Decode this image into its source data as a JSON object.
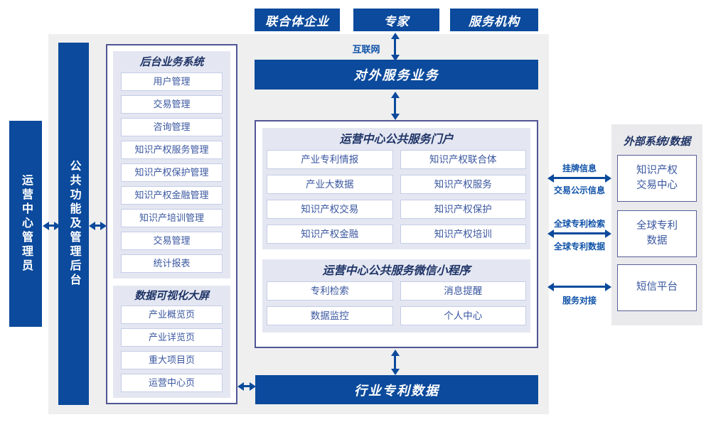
{
  "colors": {
    "primary": "#0b4a9c",
    "panel_border": "#4f5694",
    "lavender": "#e4e7f2",
    "item_border": "#c5cde6",
    "item_text": "#3a57a0",
    "header_text": "#1e3366",
    "bg_gray": "#efefef",
    "label_blue": "#0f52a8",
    "panel_gray": "#eaeaec"
  },
  "top_entities": [
    {
      "label": "联合体企业"
    },
    {
      "label": "专家"
    },
    {
      "label": "服务机构"
    }
  ],
  "internet_label": "互联网",
  "external_service_bar": "对外服务业务",
  "admin_bar": "运营中心管理员",
  "backend_functions_bar": "公共功能及管理后台",
  "backend_system": {
    "title": "后台业务系统",
    "items": [
      "用户管理",
      "交易管理",
      "咨询管理",
      "知识产权服务管理",
      "知识产权保护管理",
      "知识产权金融管理",
      "知识产培训管理",
      "交易管理",
      "统计报表"
    ]
  },
  "visualization": {
    "title": "数据可视化大屏",
    "items": [
      "产业概览页",
      "产业详览页",
      "重大项目页",
      "运营中心页"
    ]
  },
  "portal": {
    "title": "运营中心公共服务门户",
    "items": [
      "产业专利情报",
      "知识产权联合体",
      "产业大数据",
      "知识产权服务",
      "知识产权交易",
      "知识产权保护",
      "知识产权金融",
      "知识产权培训"
    ]
  },
  "miniprogram": {
    "title": "运营中心公共服务微信小程序",
    "items": [
      "专利检索",
      "消息提醒",
      "数据监控",
      "个人中心"
    ]
  },
  "industry_data_bar": "行业专利数据",
  "external_systems": {
    "title": "外部系统/数据",
    "items": [
      "知识产权\n交易中心",
      "全球专利\n数据",
      "短信平台"
    ]
  },
  "link_labels": {
    "listing_info": "挂牌信息",
    "trade_public_info": "交易公示信息",
    "global_patent_search": "全球专利检索",
    "global_patent_data": "全球专利数据",
    "service_connect": "服务对接"
  }
}
